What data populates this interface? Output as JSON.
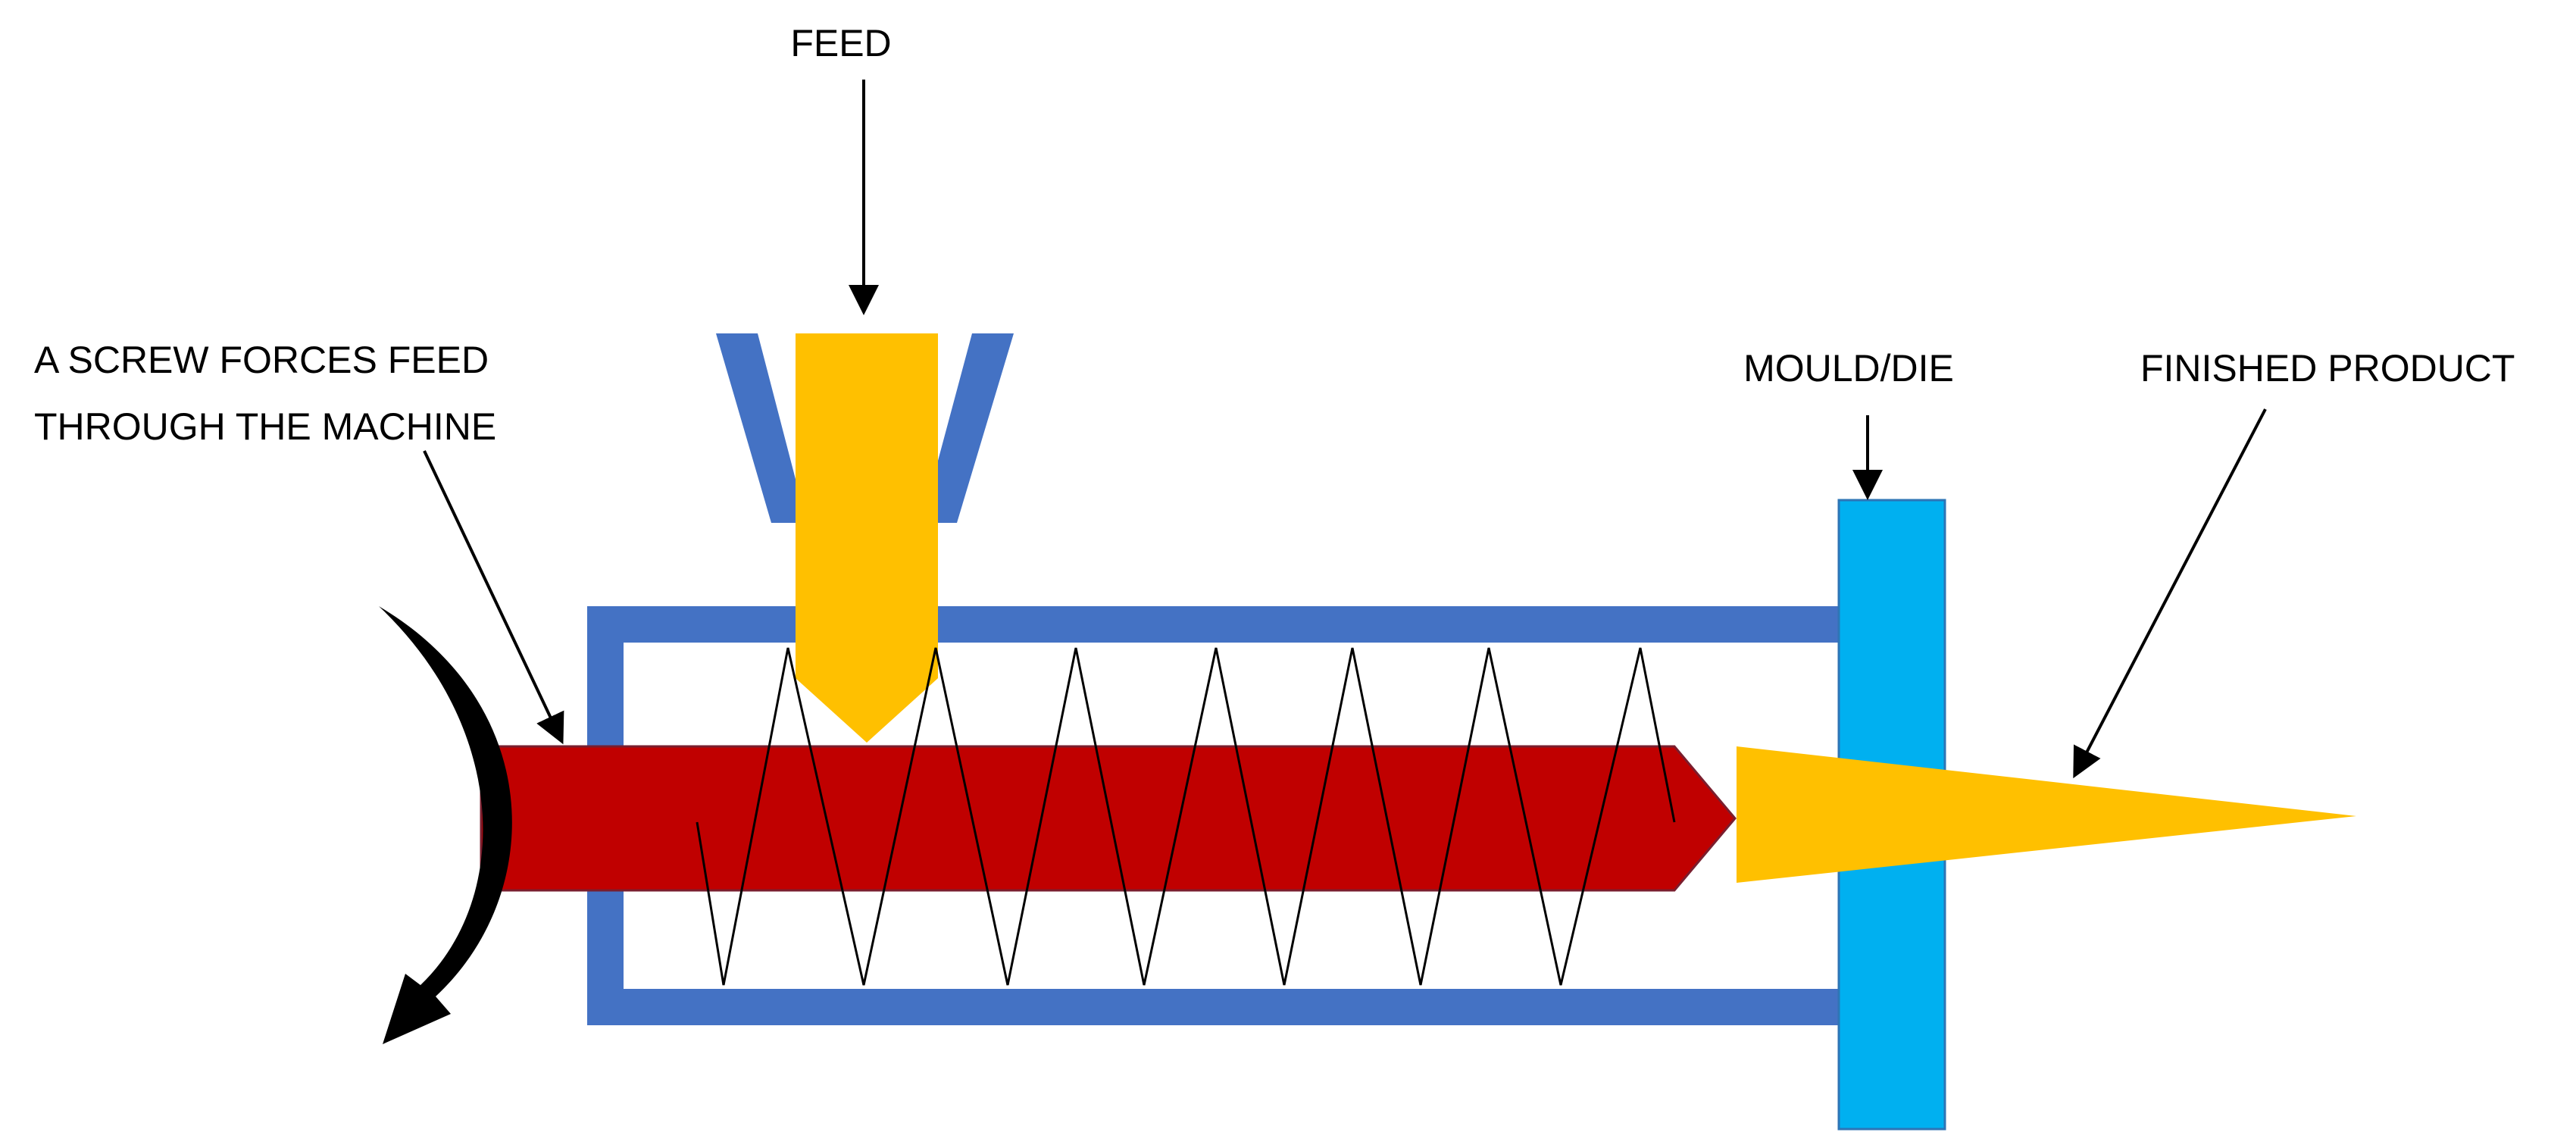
{
  "labels": {
    "feed": "FEED",
    "screw_line1": "A SCREW FORCES FEED",
    "screw_line2": "THROUGH THE MACHINE",
    "mould_die": "MOULD/DIE",
    "finished_product": "FINISHED PRODUCT"
  },
  "colors": {
    "barrel": "#4472C4",
    "feed_material": "#FFC000",
    "screw": "#C00000",
    "mould": "#00B0F0",
    "arrows": "#000000"
  }
}
